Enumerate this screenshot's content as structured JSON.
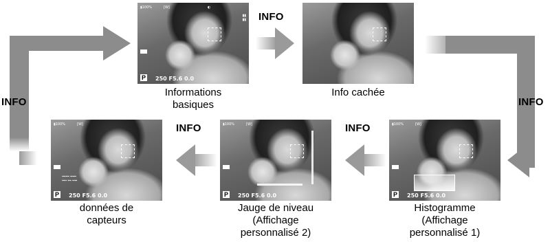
{
  "info_label": "INFO",
  "screens": [
    {
      "caption_lines": [
        "Informations",
        "basiques"
      ],
      "overlay": {
        "mode": "P",
        "shutter": "250",
        "aperture": "F5.6",
        "ev": "0.0"
      }
    },
    {
      "caption_lines": [
        "Info cachée"
      ]
    },
    {
      "caption_lines": [
        "Histogramme",
        "(Affichage",
        "personnalisé 1)"
      ],
      "overlay": {
        "mode": "P",
        "shutter": "250",
        "aperture": "F5.6",
        "ev": "0.0"
      }
    },
    {
      "caption_lines": [
        "Jauge de niveau",
        "(Affichage",
        "personnalisé 2)"
      ],
      "overlay": {
        "mode": "P",
        "shutter": "250",
        "aperture": "F5.6",
        "ev": "0.0"
      }
    },
    {
      "caption_lines": [
        "données de",
        "capteurs"
      ],
      "overlay": {
        "mode": "P",
        "shutter": "250",
        "aperture": "F5.6",
        "ev": "0.0"
      }
    }
  ]
}
